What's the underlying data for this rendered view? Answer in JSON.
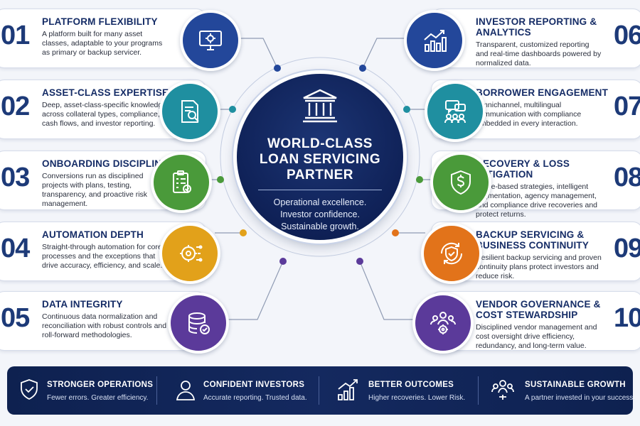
{
  "hub": {
    "title_lines": [
      "WORLD-CLASS",
      "LOAN SERVICING",
      "PARTNER"
    ],
    "tagline_lines": [
      "Operational excellence.",
      "Investor confidence.",
      "Sustainable growth."
    ]
  },
  "cards": [
    {
      "num": "01",
      "title": "PLATFORM FLEXIBILITY",
      "desc": "A platform built for many asset classes, adaptable to your programs as primary or backup servicer.",
      "icon": "monitor-gear-icon",
      "color": "#23479a"
    },
    {
      "num": "02",
      "title": "ASSET-CLASS EXPERTISE",
      "desc": "Deep, asset-class-specific knowledge across collateral types, compliance, cash flows, and investor reporting.",
      "icon": "document-search-icon",
      "color": "#1f8fa0"
    },
    {
      "num": "03",
      "title": "ONBOARDING DISCIPLINE",
      "desc": "Conversions run as disciplined projects with plans, testing, transparency, and proactive risk management.",
      "icon": "clipboard-check-icon",
      "color": "#4a9a3a"
    },
    {
      "num": "04",
      "title": "AUTOMATION DEPTH",
      "desc": "Straight-through automation for core processes and the exceptions that drive accuracy, efficiency, and scale.",
      "icon": "gear-automation-icon",
      "color": "#e2a11a"
    },
    {
      "num": "05",
      "title": "DATA INTEGRITY",
      "desc": "Continuous data normalization and reconciliation with robust controls and roll-forward methodologies.",
      "icon": "database-check-icon",
      "color": "#5b3a9a"
    },
    {
      "num": "06",
      "title": "INVESTOR REPORTING & ANALYTICS",
      "desc": "Transparent, customized reporting and real-time dashboards powered by normalized data.",
      "icon": "chart-trend-icon",
      "color": "#23479a"
    },
    {
      "num": "07",
      "title": "BORROWER ENGAGEMENT",
      "desc": "Omnichannel, multilingual communication with compliance embedded in every interaction.",
      "icon": "chat-people-icon",
      "color": "#1f8fa0"
    },
    {
      "num": "08",
      "title": "RECOVERY & LOSS MITIGATION",
      "desc": "Stage-based strategies, intelligent segmentation, agency management, and compliance drive recoveries and protect returns.",
      "icon": "shield-dollar-icon",
      "color": "#4a9a3a"
    },
    {
      "num": "09",
      "title": "BACKUP SERVICING & BUSINESS CONTINUITY",
      "desc": "Resilient backup servicing and proven continuity plans protect investors and reduce risk.",
      "icon": "shield-cycle-icon",
      "color": "#e2731a"
    },
    {
      "num": "10",
      "title": "VENDOR GOVERNANCE & COST STEWARDSHIP",
      "desc": "Disciplined vendor management and cost oversight drive efficiency, redundancy, and long-term value.",
      "icon": "people-gear-icon",
      "color": "#5b3a9a"
    }
  ],
  "bottom": [
    {
      "title": "STRONGER OPERATIONS",
      "desc": "Fewer errors. Greater efficiency.",
      "icon": "shield-check-icon"
    },
    {
      "title": "CONFIDENT INVESTORS",
      "desc": "Accurate reporting. Trusted data.",
      "icon": "person-icon"
    },
    {
      "title": "BETTER OUTCOMES",
      "desc": "Higher recoveries. Lower Risk.",
      "icon": "bar-growth-icon"
    },
    {
      "title": "SUSTAINABLE GROWTH",
      "desc": "A partner invested in your success.",
      "icon": "people-network-icon"
    }
  ],
  "colors": {
    "navy": "#0f2157",
    "blue": "#23479a",
    "teal": "#1f8fa0",
    "green": "#4a9a3a",
    "gold": "#e2a11a",
    "orange": "#e2731a",
    "purple": "#5b3a9a"
  }
}
